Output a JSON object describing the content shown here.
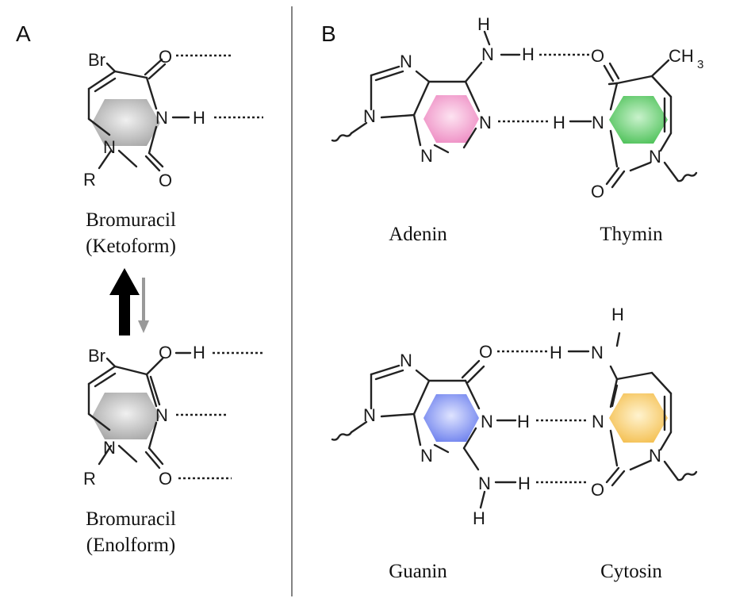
{
  "panels": {
    "a": "A",
    "b": "B"
  },
  "bromuracil_keto": {
    "name": "Bromuracil",
    "form": "(Ketoform)"
  },
  "bromuracil_enol": {
    "name": "Bromuracil",
    "form": "(Enolform)"
  },
  "captions": {
    "adenin": "Adenin",
    "thymin": "Thymin",
    "guanin": "Guanin",
    "cytosin": "Cytosin"
  },
  "atoms": {
    "br": "Br",
    "o": "O",
    "n": "N",
    "h": "H",
    "r": "R",
    "ch": "CH",
    "three": "3"
  },
  "colors": {
    "bromuracil_ring": "#bdbdbd",
    "adenin_ring": "#f09acb",
    "thymin_ring": "#66cc6e",
    "guanin_ring": "#7d8ff0",
    "cytosin_ring": "#f7cd6e",
    "arrow_major": "#000000",
    "arrow_minor": "#999999"
  }
}
